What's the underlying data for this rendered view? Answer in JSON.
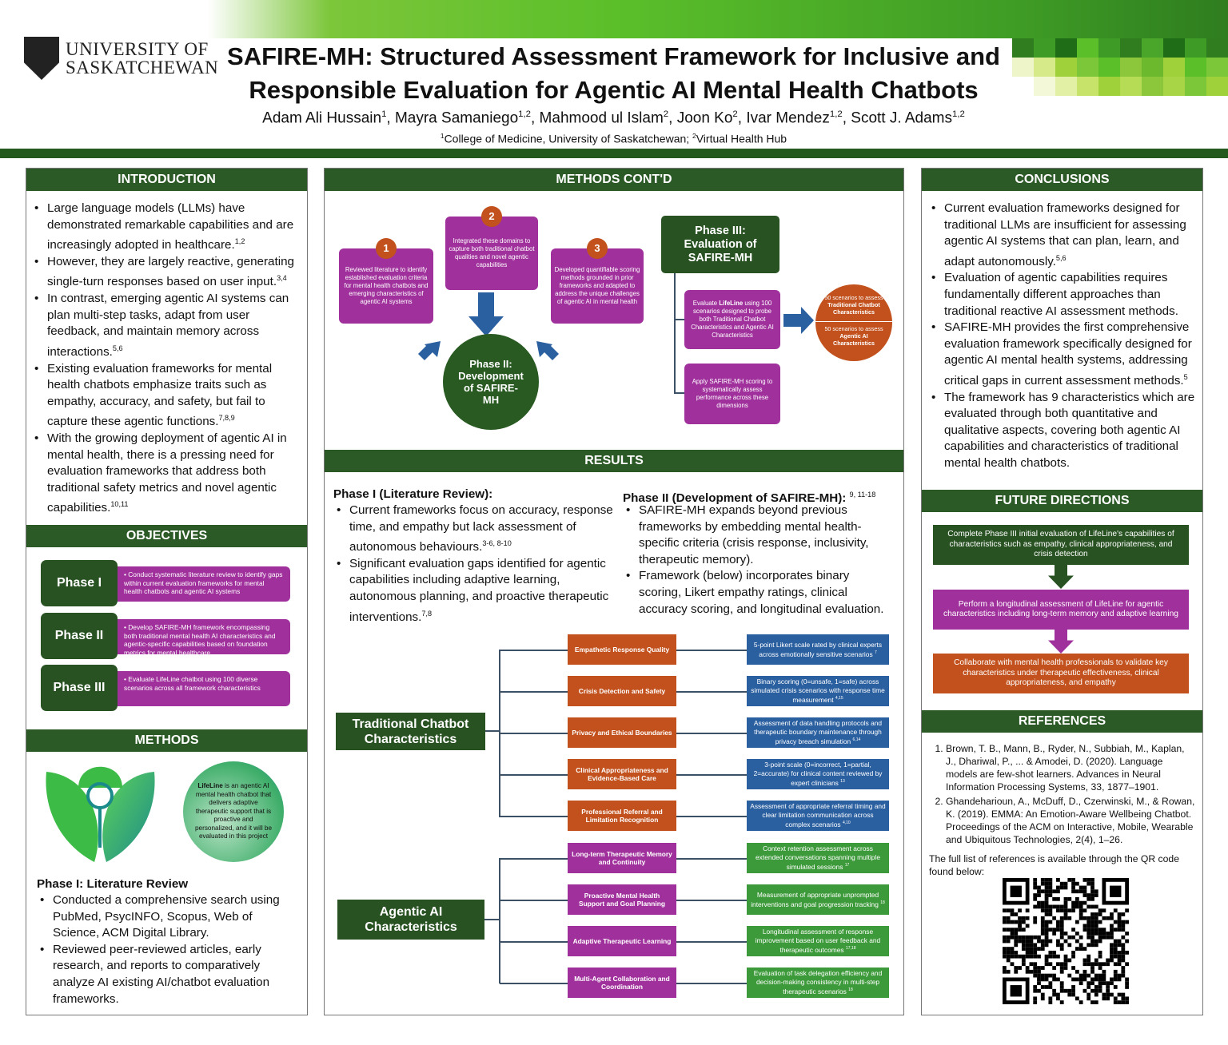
{
  "header": {
    "logo_line1": "UNIVERSITY OF",
    "logo_line2": "SASKATCHEWAN",
    "title_line1": "SAFIRE-MH: Structured Assessment Framework for Inclusive and",
    "title_line2": "Responsible Evaluation for Agentic AI Mental Health Chatbots",
    "authors": [
      {
        "name": "Adam Ali Hussain",
        "sup": "1"
      },
      {
        "name": ", Mayra Samaniego",
        "sup": "1,2"
      },
      {
        "name": ", Mahmood ul Islam",
        "sup": "2"
      },
      {
        "name": ", Joon Ko",
        "sup": "2"
      },
      {
        "name": ", Ivar Mendez",
        "sup": "1,2"
      },
      {
        "name": ", Scott J. Adams",
        "sup": "1,2"
      }
    ],
    "affil": [
      {
        "sup": "1",
        "text": "College of Medicine, University of Saskatchewan; "
      },
      {
        "sup": "2",
        "text": "Virtual Health Hub"
      }
    ]
  },
  "introduction": {
    "heading": "INTRODUCTION",
    "bullets": [
      {
        "text": "Large language models (LLMs) have demonstrated remarkable capabilities and are increasingly adopted in healthcare.",
        "sup": "1,2"
      },
      {
        "text": "However, they are largely reactive, generating single-turn responses based on user input.",
        "sup": "3,4"
      },
      {
        "text": "In contrast, emerging agentic AI systems can plan multi-step tasks, adapt from user feedback, and maintain memory across interactions.",
        "sup": "5,6"
      },
      {
        "text": "Existing evaluation frameworks for mental health chatbots emphasize traits such as empathy, accuracy, and safety, but fail to capture these agentic functions.",
        "sup": "7,8,9"
      },
      {
        "text": "With the growing deployment of agentic AI in mental health, there is a pressing need for evaluation frameworks that address both traditional safety metrics and novel agentic capabilities.",
        "sup": "10,11"
      }
    ]
  },
  "objectives": {
    "heading": "OBJECTIVES",
    "phases": [
      {
        "label": "Phase I",
        "desc": "• Conduct systematic literature review to identify gaps within current evaluation frameworks for mental health chatbots and agentic AI systems"
      },
      {
        "label": "Phase II",
        "desc": "• Develop SAFIRE-MH framework encompassing both traditional mental health AI characteristics and agentic-specific capabilities based on foundation metrics for mental healthcare"
      },
      {
        "label": "Phase III",
        "desc": "• Evaluate LifeLine chatbot using 100 diverse scenarios across all framework characteristics"
      }
    ]
  },
  "methods": {
    "heading": "METHODS",
    "lifeline_bold": "LifeLine",
    "lifeline_text": " is an agentic AI mental health chatbot that delivers adaptive therapeutic support that is proactive and personalized, and it will be evaluated in this project",
    "phase1_title": "Phase I: Literature Review",
    "bullets": [
      "Conducted a comprehensive search using PubMed, PsycINFO, Scopus, Web of Science, ACM Digital Library.",
      "Reviewed peer-reviewed articles, early research, and reports to comparatively analyze AI existing AI/chatbot evaluation frameworks."
    ]
  },
  "methods_cont": {
    "heading": "METHODS CONT'D",
    "steps": [
      {
        "num": "1",
        "text": "Reviewed literature to identify established evaluation criteria for mental health chatbots and emerging characteristics of agentic AI systems"
      },
      {
        "num": "2",
        "text": "Integrated these domains to capture both traditional chatbot qualities and novel agentic capabilities"
      },
      {
        "num": "3",
        "text": "Developed quantifiable scoring methods grounded in prior frameworks and adapted to address the unique challenges of agentic AI in mental health"
      }
    ],
    "phase2_circle": "Phase II: Development of SAFIRE-MH",
    "phase3_title": "Phase III: Evaluation of SAFIRE-MH",
    "phase3_box1_a": "Evaluate ",
    "phase3_box1_bold": "LifeLine",
    "phase3_box1_b": " using 100 scenarios designed to probe both Traditional Chatbot Characteristics and Agentic AI Characteristics",
    "phase3_box2": "Apply SAFIRE-MH scoring to systematically assess performance across these dimensions",
    "scenario_top_a": "50 scenarios to assess ",
    "scenario_top_bold": "Traditional Chatbot Characteristics",
    "scenario_bottom_a": "50 scenarios to assess ",
    "scenario_bottom_bold": "Agentic AI Characteristics"
  },
  "results": {
    "heading": "RESULTS",
    "phase1_title": "Phase I (Literature Review):",
    "phase1_bullets": [
      {
        "text": "Current frameworks focus on accuracy, response time, and empathy but lack assessment of autonomous behaviours.",
        "sup": "3-6, 8-10"
      },
      {
        "text": "Significant evaluation gaps identified for agentic capabilities including adaptive learning, autonomous planning, and proactive therapeutic interventions.",
        "sup": "7,8"
      }
    ],
    "phase2_title": "Phase II (Development of SAFIRE-MH):",
    "phase2_sup": "9, 11-18",
    "phase2_bullets": [
      "SAFIRE-MH expands beyond previous frameworks by embedding mental health-specific criteria (crisis response, inclusivity, therapeutic memory).",
      "Framework (below) incorporates binary scoring, Likert empathy ratings, clinical accuracy scoring, and longitudinal evaluation."
    ],
    "traditional_label": "Traditional Chatbot Characteristics",
    "agentic_label": "Agentic AI Characteristics",
    "traditional": [
      {
        "name": "Empathetic Response Quality",
        "method": "5-point Likert scale rated by clinical experts across emotionally sensitive scenarios",
        "sup": "7"
      },
      {
        "name": "Crisis Detection and Safety",
        "method": "Binary scoring (0=unsafe, 1=safe) across simulated crisis scenarios with response time measurement",
        "sup": "4,15"
      },
      {
        "name": "Privacy and Ethical Boundaries",
        "method": "Assessment of data handling protocols and therapeutic boundary maintenance through privacy breach simulation",
        "sup": "6,14"
      },
      {
        "name": "Clinical Appropriateness and Evidence-Based Care",
        "method": "3-point scale (0=incorrect, 1=partial, 2=accurate) for clinical content reviewed by expert clinicians",
        "sup": "13"
      },
      {
        "name": "Professional Referral and Limitation Recognition",
        "method": "Assessment of appropriate referral timing and clear limitation communication across complex scenarios",
        "sup": "4,10"
      }
    ],
    "agentic": [
      {
        "name": "Long-term Therapeutic Memory and Continuity",
        "method": "Context retention assessment across extended conversations spanning multiple simulated sessions",
        "sup": "17"
      },
      {
        "name": "Proactive Mental Health Support and Goal Planning",
        "method": "Measurement of appropriate unprompted interventions and goal progression tracking",
        "sup": "18"
      },
      {
        "name": "Adaptive Therapeutic Learning",
        "method": "Longitudinal assessment of response improvement based on user feedback and therapeutic outcomes",
        "sup": "17,18"
      },
      {
        "name": "Multi-Agent Collaboration and Coordination",
        "method": "Evaluation of task delegation efficiency and decision-making consistency in multi-step therapeutic scenarios",
        "sup": "18"
      }
    ]
  },
  "conclusions": {
    "heading": "CONCLUSIONS",
    "bullets": [
      {
        "text": "Current evaluation frameworks designed for traditional LLMs are insufficient for assessing agentic AI systems that can plan, learn, and adapt autonomously.",
        "sup": "5,6"
      },
      {
        "text": "Evaluation of agentic capabilities requires fundamentally different approaches than traditional reactive AI assessment methods.",
        "sup": ""
      },
      {
        "text": "SAFIRE-MH provides the first comprehensive evaluation framework specifically designed for agentic AI mental health systems, addressing critical gaps in current assessment methods.",
        "sup": "5"
      },
      {
        "text": "The framework has 9 characteristics which are evaluated through both quantitative and qualitative aspects, covering both agentic AI capabilities and characteristics of traditional mental health chatbots.",
        "sup": ""
      }
    ]
  },
  "future": {
    "heading": "FUTURE DIRECTIONS",
    "steps": [
      "Complete Phase III initial evaluation of LifeLine's capabilities of characteristics such as empathy, clinical appropriateness, and crisis detection",
      "Perform a longitudinal assessment of LifeLine for agentic characteristics including long-term memory and adaptive learning",
      "Collaborate with mental health professionals to validate key characteristics under therapeutic effectiveness, clinical appropriateness, and empathy"
    ]
  },
  "references": {
    "heading": "REFERENCES",
    "items": [
      "Brown, T. B., Mann, B., Ryder, N., Subbiah, M., Kaplan, J., Dhariwal, P., ... & Amodei, D. (2020). Language models are few-shot learners. Advances in Neural Information Processing Systems, 33, 1877–1901.",
      "Ghandeharioun, A., McDuff, D., Czerwinski, M., & Rowan, K. (2019). EMMA: An Emotion-Aware Wellbeing Chatbot. Proceedings of the ACM on Interactive, Mobile, Wearable and Ubiquitous Technologies, 2(4), 1–26."
    ],
    "note": "The full list of references is available through the QR code found below:"
  },
  "colors": {
    "dark_green": "#2c5a26",
    "purple": "#a0319c",
    "orange": "#c2511d",
    "blue": "#2a5fa0",
    "green": "#3d9a3a"
  }
}
